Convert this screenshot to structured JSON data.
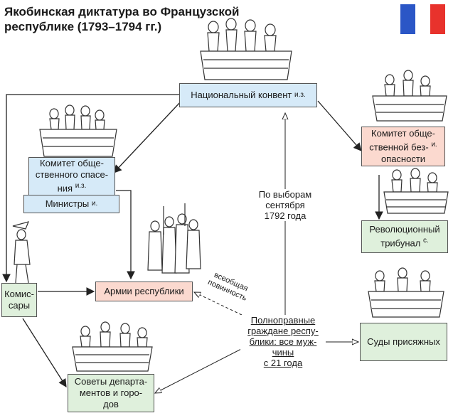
{
  "title_line1": "Якобинская диктатура во Французской",
  "title_line2": "республике (1793–1794 гг.)",
  "colors": {
    "flag_blue": "#2b56c6",
    "flag_white": "#ffffff",
    "flag_red": "#e8322c",
    "blue_box": "#d6eaf8",
    "peach_box": "#fbd9cf",
    "green_box": "#dff0dc"
  },
  "boxes": {
    "convention": {
      "text": "Национальный конвент",
      "sup": "и.з."
    },
    "public_safety": {
      "line1": "Комитет обще-",
      "line2": "ственного спасе-",
      "line3": "ния",
      "sup": "и.з."
    },
    "ministers": {
      "text": "Министры",
      "sup": "и."
    },
    "general_security": {
      "line1": "Комитет обще-",
      "line2": "ственной без-",
      "line3": "опасности",
      "sup": "и."
    },
    "tribunal": {
      "line1": "Революционный",
      "line2": "трибунал",
      "sup": "с."
    },
    "army": {
      "text": "Армии республики"
    },
    "commissars": {
      "line1": "Комис-",
      "line2": "сары"
    },
    "juries": {
      "text": "Суды присяжных"
    },
    "councils": {
      "line1": "Советы департа-",
      "line2": "ментов и горо-",
      "line3": "дов"
    }
  },
  "labels": {
    "elections": {
      "line1": "По выборам",
      "line2": "сентября",
      "line3": "1792 года"
    },
    "conscription": {
      "line1": "всеобщая",
      "line2": "повинность"
    },
    "citizens": {
      "line1": "Полноправные",
      "line2": "граждане респу-",
      "line3": "блики: все муж-",
      "line4": "чины",
      "line5": "с 21 года"
    }
  }
}
